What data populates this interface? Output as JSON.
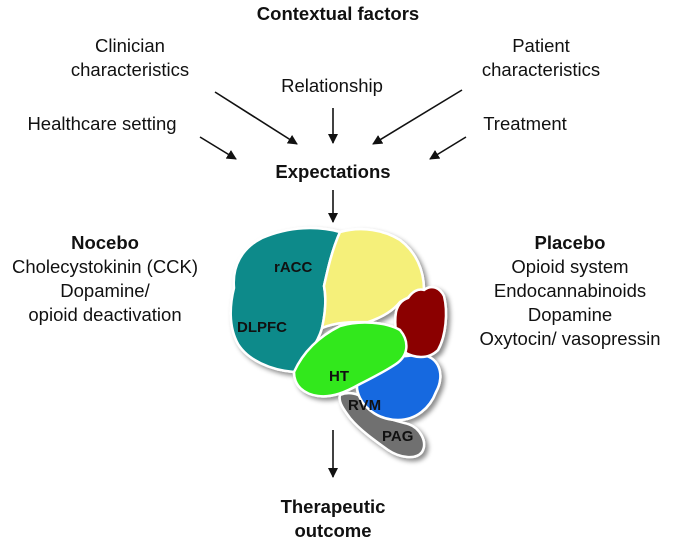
{
  "title": "Contextual factors",
  "factors": {
    "clinician_line1": "Clinician",
    "clinician_line2": "characteristics",
    "patient_line1": "Patient",
    "patient_line2": "characteristics",
    "relationship": "Relationship",
    "healthcare_setting": "Healthcare setting",
    "treatment": "Treatment"
  },
  "expectations": "Expectations",
  "nocebo": {
    "title": "Nocebo",
    "items": [
      "Cholecystokinin (CCK)",
      "Dopamine/",
      "opioid deactivation"
    ]
  },
  "placebo": {
    "title": "Placebo",
    "items": [
      "Opioid system",
      "Endocannabinoids",
      "Dopamine",
      "Oxytocin/ vasopressin"
    ]
  },
  "brain_regions": {
    "racc": "rACC",
    "dlpfc": "DLPFC",
    "ht": "HT",
    "rvm": "RVM",
    "pag": "PAG"
  },
  "outcome_line1": "Therapeutic",
  "outcome_line2": "outcome",
  "colors": {
    "dlpfc": "#0e8a8a",
    "racc": "#f5f07a",
    "orbital": "#8b0000",
    "ht": "#33e81e",
    "temporal": "#1769e0",
    "brainstem": "#707070"
  }
}
